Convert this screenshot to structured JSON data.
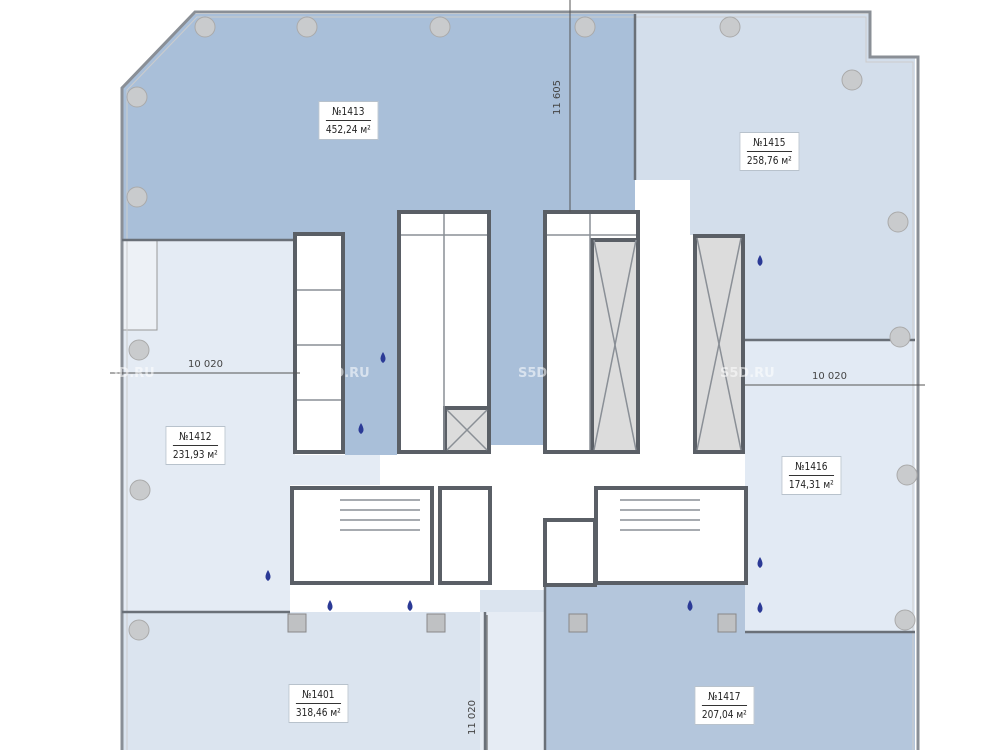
{
  "rooms": [
    {
      "number": "№1413",
      "area": "452,24 м²"
    },
    {
      "number": "№1415",
      "area": "258,76 м²"
    },
    {
      "number": "№1412",
      "area": "231,93 м²"
    },
    {
      "number": "№1416",
      "area": "174,31 м²"
    },
    {
      "number": "№1401",
      "area": "318,46 м²"
    },
    {
      "number": "№1417",
      "area": "207,04 м²"
    }
  ],
  "dimensions": [
    "11 605",
    "10 020",
    "10 020",
    "11 020"
  ],
  "watermark": "S5D.RU",
  "colors": {
    "room_dark": "#a9bfd9",
    "room_mid": "#d3deeb",
    "room_light": "#e4ebf4",
    "wall": "#5a5f66",
    "column": "#c9cbcd",
    "water_icon": "#2b3a96"
  }
}
